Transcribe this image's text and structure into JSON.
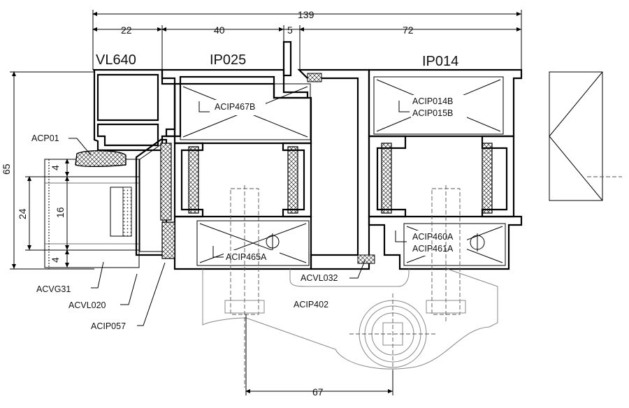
{
  "dimensions": {
    "total": "139",
    "d22": "22",
    "d40": "40",
    "d5": "5",
    "d72": "72",
    "d65": "65",
    "d24": "24",
    "d16": "16",
    "d4_top": "4",
    "d4_bottom": "4",
    "d67": "67"
  },
  "profiles": {
    "vl640": "VL640",
    "ip025": "IP025",
    "ip014": "IP014"
  },
  "parts": {
    "acip467b": "ACIP467B",
    "acip014b": "ACIP014B",
    "acip015b": "ACIP015B",
    "acip460a": "ACIP460A",
    "acip461a": "ACIP461A",
    "acip465a": "ACIP465A",
    "acp01": "ACP01",
    "acvg31": "ACVG31",
    "acvl020": "ACVL020",
    "acip057": "ACIP057",
    "acvl032": "ACVL032",
    "acip402": "ACIP402"
  },
  "colors": {
    "line": "#000000",
    "thermal_break": "#cccccc",
    "gasket": "#e8e8e8"
  }
}
